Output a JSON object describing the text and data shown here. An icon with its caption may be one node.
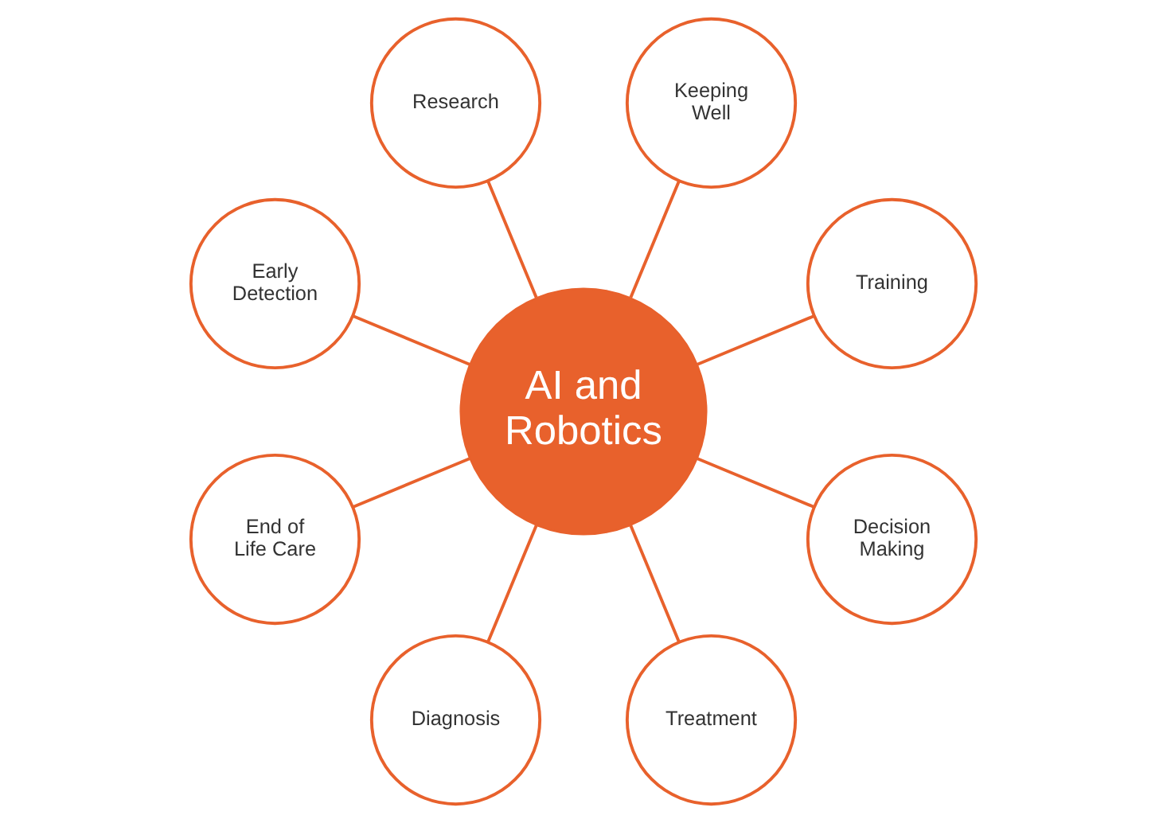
{
  "diagram": {
    "nodes": [
      {
        "text": [
          "AI and Robotics"
        ]
      },
      {
        "text": [
          "Training"
        ]
      },
      {
        "text": [
          "Keeping Well"
        ]
      },
      {
        "text": [
          "Research"
        ]
      },
      {
        "text": [
          "Early Detection"
        ]
      },
      {
        "text": [
          "End of Life Care"
        ]
      },
      {
        "text": [
          "Diagnosis"
        ]
      },
      {
        "text": [
          "Treatment"
        ]
      },
      {
        "text": [
          "Decision Making"
        ]
      }
    ],
    "edges": [
      {
        "from": 0,
        "to": 1,
        "arrow": "none"
      },
      {
        "from": 0,
        "to": 2,
        "arrow": "none"
      },
      {
        "from": 0,
        "to": 3,
        "arrow": "none"
      },
      {
        "from": 0,
        "to": 4,
        "arrow": "none"
      },
      {
        "from": 0,
        "to": 5,
        "arrow": "none"
      },
      {
        "from": 0,
        "to": 6,
        "arrow": "none"
      },
      {
        "from": 0,
        "to": 7,
        "arrow": "none"
      },
      {
        "from": 0,
        "to": 8,
        "arrow": "none"
      }
    ]
  }
}
